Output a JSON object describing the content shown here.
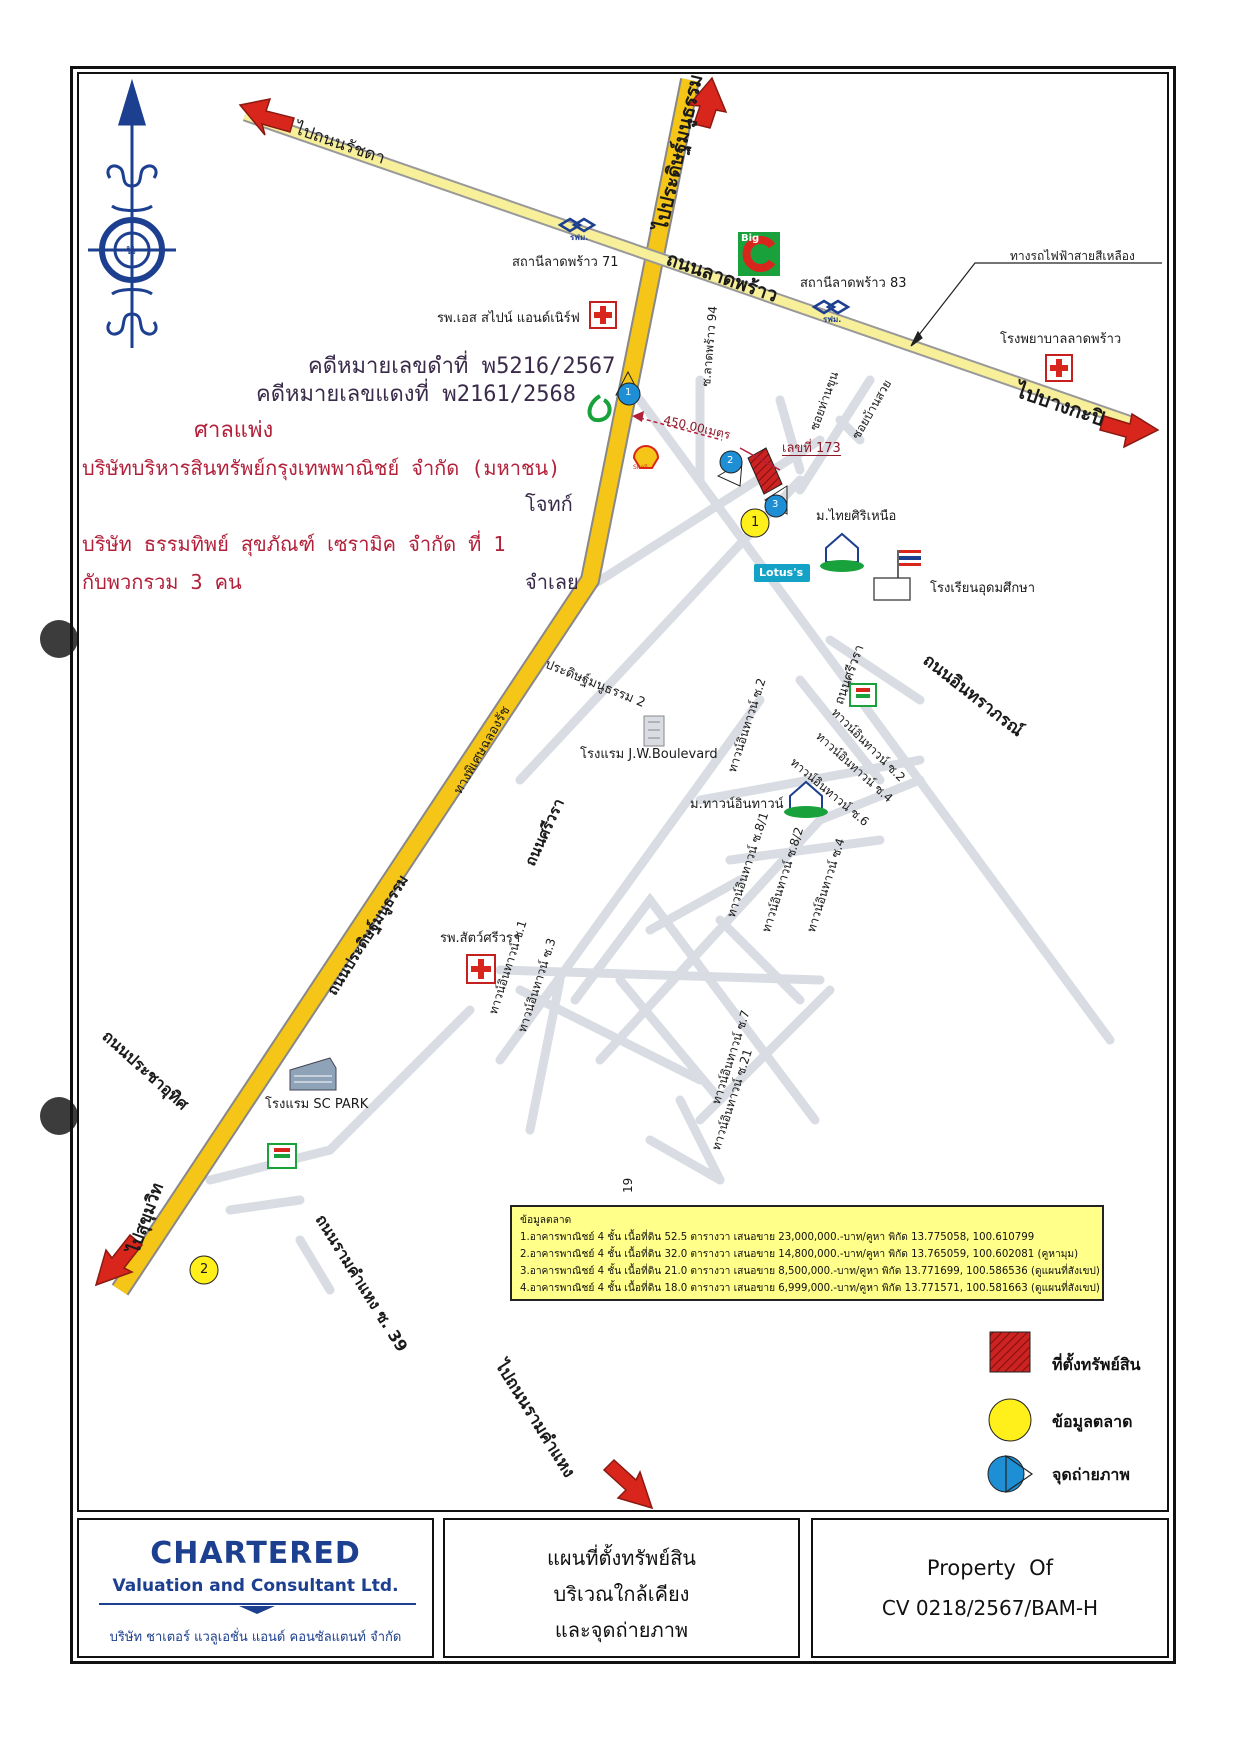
{
  "north_label": "น",
  "roads": {
    "ratchada": "ไปถนนรัชดา",
    "pradit_top": "ไปประดิษฐ์มนูธรรม",
    "ladprao": "ถนนลาดพร้าว",
    "bangkapi": "ไปบางกะปิ",
    "soi_ladprao_94": "ซ.ลาดพร้าว 94",
    "soi_watkhun": "ซอยท่านขุน",
    "soi_bantuay": "ซอยบ้านสวย",
    "expressway": "ทางพิเศษฉลองรัช",
    "pradit_road": "ถนนประดิษฐ์มนูธรรม",
    "pradit_2": "ประดิษฐ์มนูธรรม 2",
    "srivara_road": "ถนนศรีวรา",
    "srivara_upper": "ถนนศรีวรา",
    "inthraphorn": "ถนนอินทราภรณ์",
    "prachauthit": "ถนนประชาอุทิศ",
    "sukhumvit": "ไปสุขุมวิท",
    "ramkhamhaeng_39": "ถนนรามคำแหง ซ. 39",
    "to_ramkhamhaeng": "ไปถนนรามคำแหง",
    "monorail": "ทางรถไฟฟ้าสายสีเหลือง",
    "soi_19": "19"
  },
  "townhouse_sois": [
    "ทาวน์อินทาวน์ ซ.2",
    "ทาวน์อินทาวน์ ซ.2",
    "ทาวน์อินทาวน์ ซ.4",
    "ทาวน์อินทาวน์ ซ.6",
    "ทาวน์อินทาวน์ ซ.8/1",
    "ทาวน์อินทาวน์ ซ.8/2",
    "ทาวน์อินทาวน์ ซ.4",
    "ทาวน์อินทาวน์ ซ.1",
    "ทาวน์อินทาวน์ ซ.3",
    "ทาวน์อินทาวน์ ซ.7",
    "ทาวน์อินทาวน์ ซ.21"
  ],
  "places": {
    "station_71": "สถานีลาดพร้าว 71",
    "station_83": "สถานีลาดพร้าว 83",
    "hospital_spine": "รพ.เอส สไปน์ แอนด์เนิร์ฟ",
    "hospital_ladprao": "โรงพยาบาลลาดพร้าว",
    "village_thai": "ม.ไทยศิริเหนือ",
    "school": "โรงเรียนอุดมศึกษา",
    "hotel_jw": "โรงแรม J.W.Boulevard",
    "village_town": "ม.ทาวน์อินทาวน์",
    "vet": "รพ.สัตว์ศรีวรา",
    "hotel_sc": "โรงแรม SC PARK",
    "lotus": "Lotus's",
    "big_c": "Big",
    "shell": "Shell",
    "mrt_tag": "รฟม."
  },
  "distance_label": "450.00เมตร",
  "house_number": "เลขที่ 173",
  "handwritten": [
    "คดีหมายเลขดำที่ พ5216/2567",
    "คดีหมายเลขแดงที่ พ2161/2568",
    "ศาลแพ่ง",
    "บริษัทบริหารสินทรัพย์กรุงเทพพาณิชย์ จำกัด (มหาชน)",
    "โจทก์",
    "บริษัท ธรรมทิพย์ สุขภัณฑ์ เซรามิค จำกัด ที่ 1",
    "กับพวกรวม 3 คน",
    "จำเลย"
  ],
  "markers": {
    "photo_1": "1",
    "photo_2": "2",
    "photo_3": "3",
    "market_1": "1",
    "market_2": "2"
  },
  "market_info": {
    "title": "ข้อมูลตลาด",
    "rows": [
      "1.อาคารพาณิชย์ 4 ชั้น เนื้อที่ดิน 52.5 ตารางวา เสนอขาย 23,000,000.-บาท/คูหา พิกัด 13.775058, 100.610799",
      "2.อาคารพาณิชย์ 4 ชั้น เนื้อที่ดิน 32.0 ตารางวา เสนอขาย 14,800,000.-บาท/คูหา พิกัด 13.765059, 100.602081 (คูหามุม)",
      "3.อาคารพาณิชย์ 4 ชั้น เนื้อที่ดิน 21.0 ตารางวา เสนอขาย 8,500,000.-บาท/คูหา พิกัด 13.771699, 100.586536 (ดูแผนที่สังเขป)",
      "4.อาคารพาณิชย์ 4 ชั้น เนื้อที่ดิน 18.0 ตารางวา เสนอขาย 6,999,000.-บาท/คูหา พิกัด 13.771571, 100.581663 (ดูแผนที่สังเขป)"
    ]
  },
  "legend": {
    "property": "ที่ตั้งทรัพย์สิน",
    "market": "ข้อมูลตลาด",
    "photo": "จุดถ่ายภาพ"
  },
  "title_block": {
    "brand": "CHARTERED",
    "brand_sub": "Valuation and Consultant Ltd.",
    "company_th": "บริษัท ชาเตอร์ แวลูเอชั่น แอนด์ คอนซัลแตนท์ จำกัด",
    "map_title_1": "แผนที่ตั้งทรัพย์สิน",
    "map_title_2": "บริเวณใกล้เคียง",
    "map_title_3": "และจุดถ่ายภาพ",
    "property_of": "Property  Of",
    "ref": "CV 0218/2567/BAM-H"
  },
  "colors": {
    "road_yellow": "#f5c518",
    "arrow_red": "#d9261c",
    "brand_blue": "#1d3f8f",
    "hand_red": "#b3203a",
    "hand_dark": "#3a2b4a"
  }
}
